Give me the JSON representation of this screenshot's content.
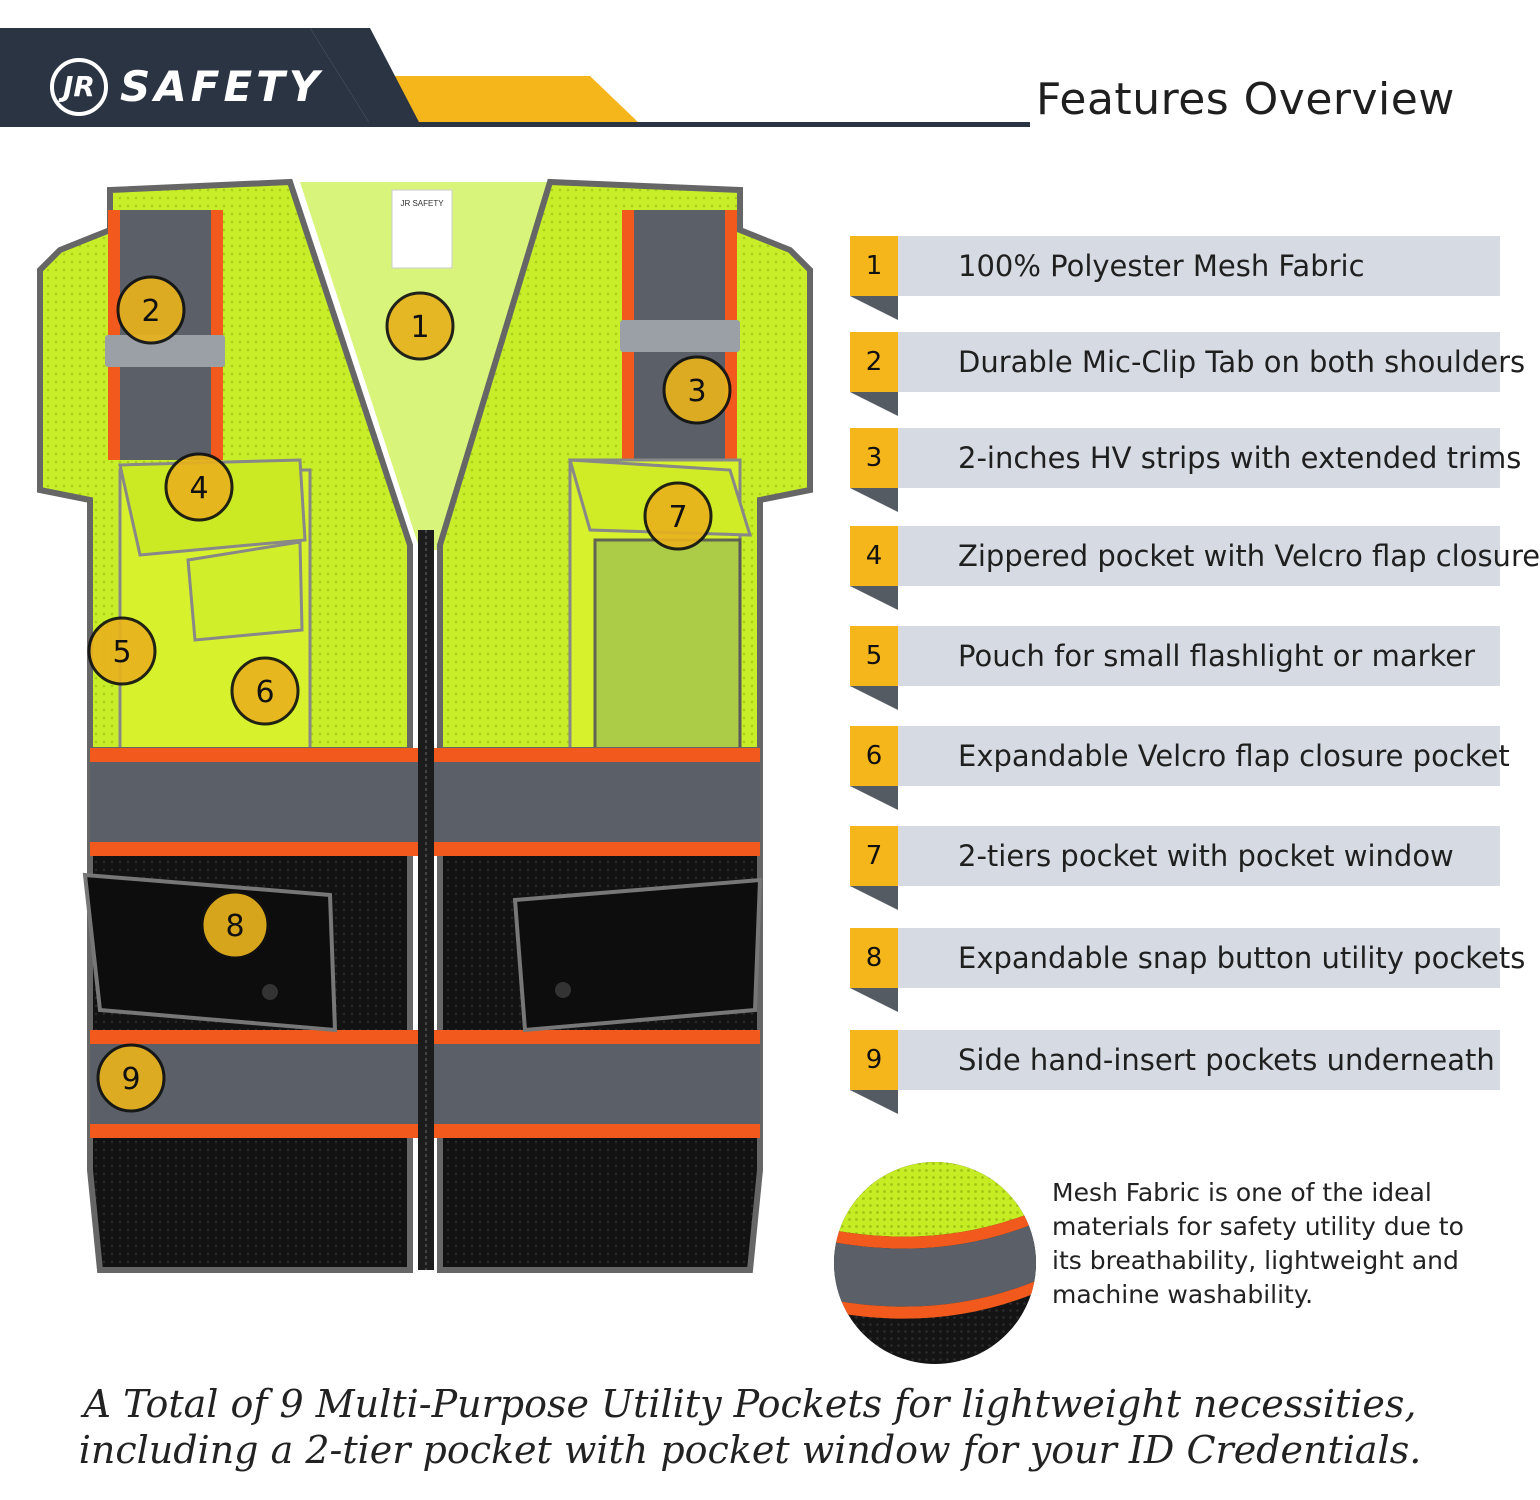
{
  "header": {
    "brand_mark": "JR",
    "brand_name": "SAFETY",
    "title": "Features Overview"
  },
  "colors": {
    "navy": "#2b3442",
    "accent_yellow": "#f5b61b",
    "hi_vis_lime": "#c8ee2a",
    "reflective_gray": "#5b6068",
    "trim_orange": "#f15a1c",
    "vest_black": "#111111",
    "feature_bar": "#d6dae2"
  },
  "vest": {
    "label_tag": "JR SAFETY",
    "markers": [
      "1",
      "2",
      "3",
      "4",
      "5",
      "6",
      "7",
      "8",
      "9"
    ]
  },
  "features": [
    {
      "num": "1",
      "text": "100% Polyester Mesh Fabric"
    },
    {
      "num": "2",
      "text": "Durable Mic-Clip Tab on both shoulders"
    },
    {
      "num": "3",
      "text": "2-inches HV strips with extended trims"
    },
    {
      "num": "4",
      "text": "Zippered pocket with Velcro flap closure"
    },
    {
      "num": "5",
      "text": "Pouch for small flashlight or marker"
    },
    {
      "num": "6",
      "text": "Expandable Velcro flap closure pocket"
    },
    {
      "num": "7",
      "text": "2-tiers pocket with pocket window"
    },
    {
      "num": "8",
      "text": "Expandable snap button utility pockets"
    },
    {
      "num": "9",
      "text": "Side hand-insert pockets underneath"
    }
  ],
  "mesh_note": {
    "lines": [
      "Mesh Fabric is one of the ideal",
      "materials for safety utility due to",
      "its breathability, lightweight and",
      "machine washability."
    ]
  },
  "footer": {
    "line1": "A Total of 9 Multi-Purpose Utility Pockets for lightweight necessities,",
    "line2": "including a 2-tier pocket with pocket window for your ID Credentials."
  }
}
